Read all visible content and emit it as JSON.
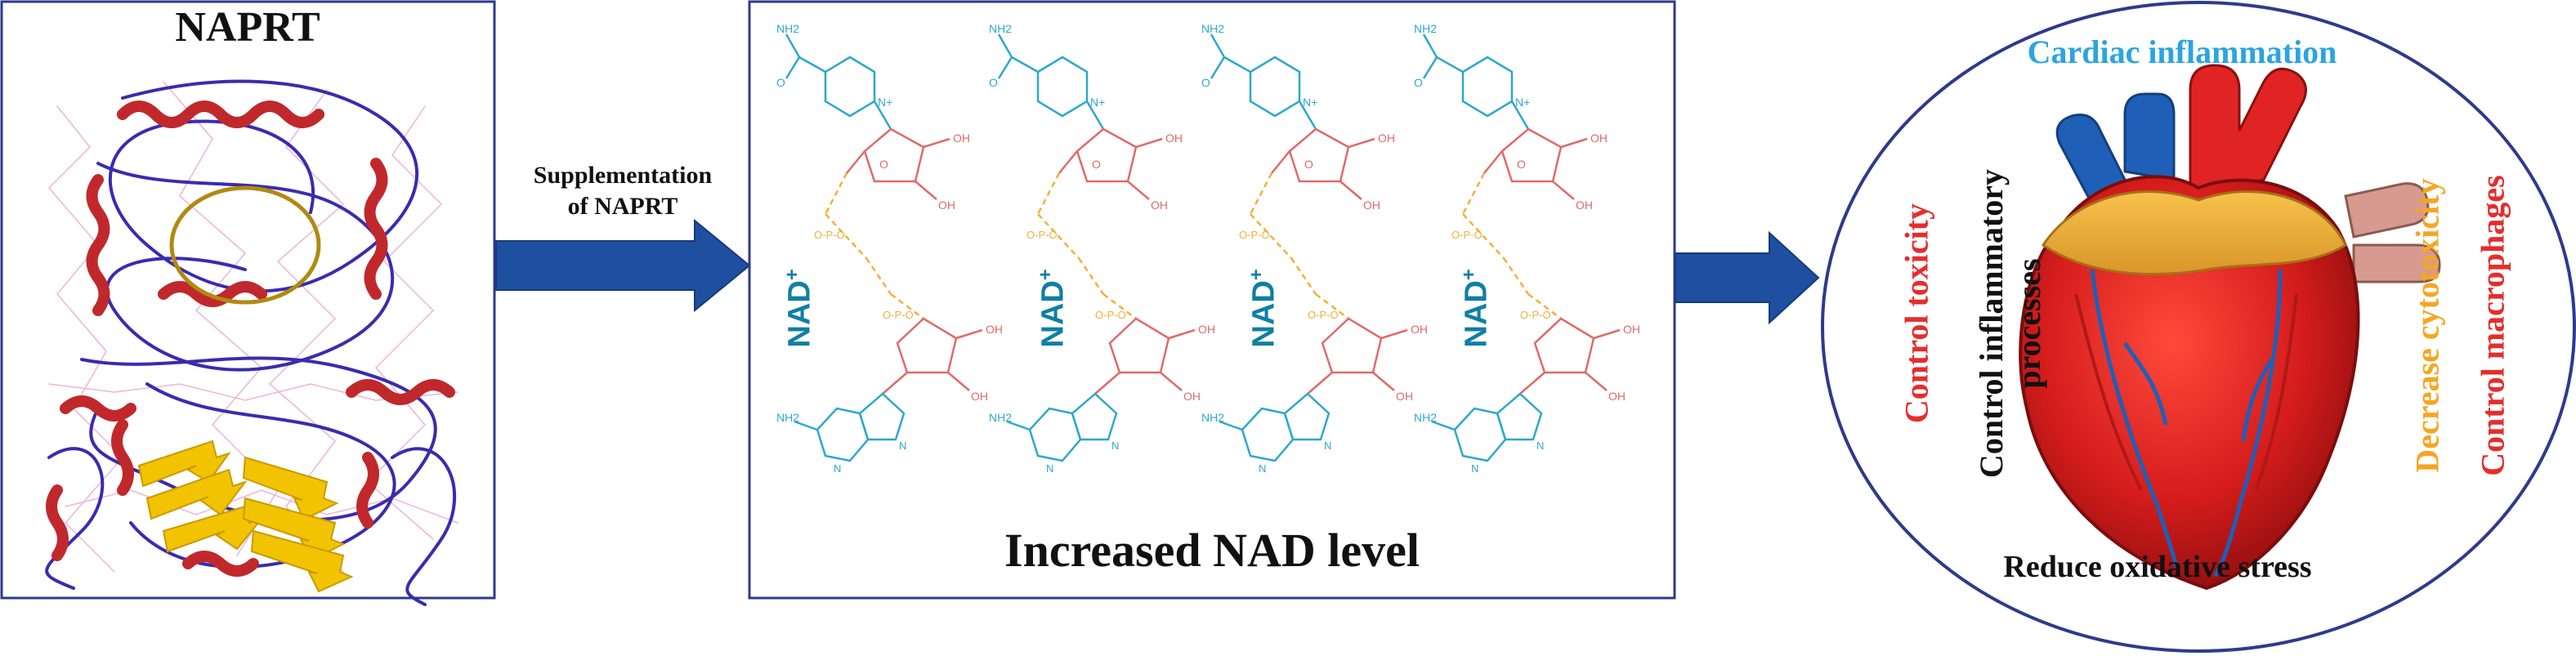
{
  "protein_panel": {
    "title": "NAPRT"
  },
  "arrow1": {
    "label_line1": "Supplementation",
    "label_line2": "of NAPRT"
  },
  "nad_panel": {
    "nad_label": "NAD",
    "nad_superscript": "+",
    "caption": "Increased NAD level"
  },
  "outcome_panel": {
    "cardiac": "Cardiac inflammation",
    "control_toxicity": "Control toxicity",
    "control_inflammatory_1": "Control inflammatory",
    "control_inflammatory_2": "processes",
    "decrease_cytotoxicity": "Decrease cytotoxicity",
    "control_macrophages": "Control macrophages",
    "reduce_oxidative": "Reduce oxidative stress"
  },
  "colors": {
    "frame": "#2e3a8c",
    "arrow": "#1f4fa0",
    "nad_text": "#0f7fa4",
    "cardiac_text": "#2aa5e0",
    "red_text": "#e52d2d",
    "orange_text": "#f5a623"
  }
}
